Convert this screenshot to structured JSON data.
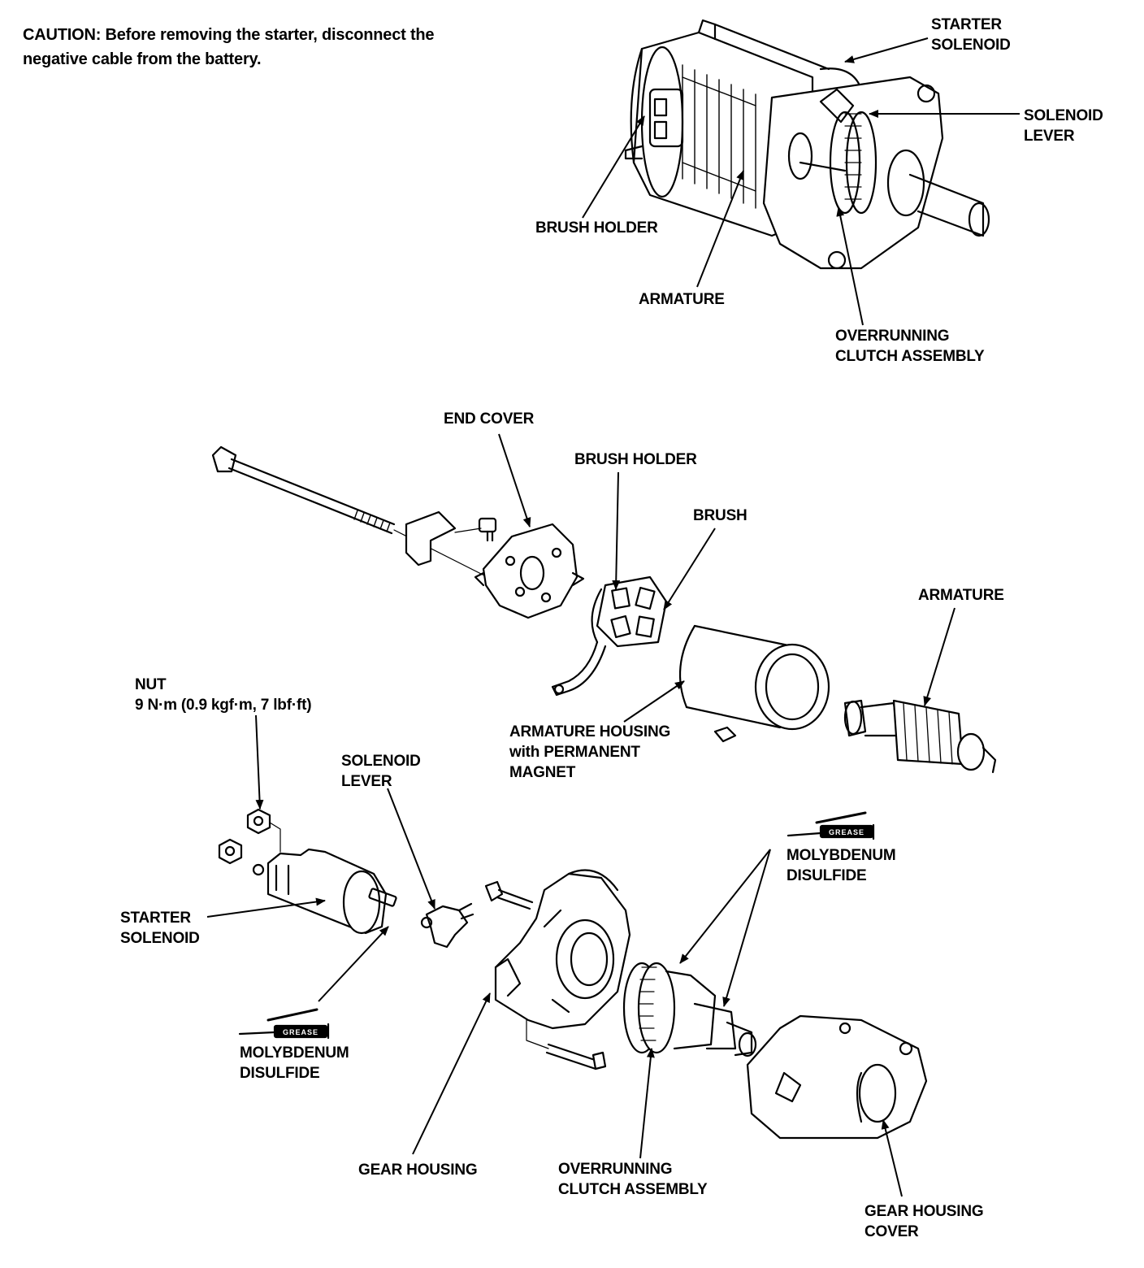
{
  "caution": {
    "line1": "CAUTION:  Before removing the starter, disconnect the",
    "line2": "negative cable from the battery."
  },
  "assembled": {
    "starter_solenoid": [
      "STARTER",
      "SOLENOID"
    ],
    "solenoid_lever": [
      "SOLENOID",
      "LEVER"
    ],
    "brush_holder": "BRUSH HOLDER",
    "armature": "ARMATURE",
    "overrunning_clutch": [
      "OVERRUNNING",
      "CLUTCH ASSEMBLY"
    ]
  },
  "exploded": {
    "end_cover": "END COVER",
    "brush_holder": "BRUSH HOLDER",
    "brush": "BRUSH",
    "armature": "ARMATURE",
    "armature_housing": [
      "ARMATURE HOUSING",
      "with PERMANENT",
      "MAGNET"
    ],
    "nut": [
      "NUT",
      "9 N·m (0.9 kgf·m, 7 lbf·ft)"
    ],
    "solenoid_lever": [
      "SOLENOID",
      "LEVER"
    ],
    "starter_solenoid": [
      "STARTER",
      "SOLENOID"
    ],
    "moly_left": [
      "MOLYBDENUM",
      "DISULFIDE"
    ],
    "moly_right": [
      "MOLYBDENUM",
      "DISULFIDE"
    ],
    "gear_housing": "GEAR HOUSING",
    "overrunning_clutch": [
      "OVERRUNNING",
      "CLUTCH ASSEMBLY"
    ],
    "gear_housing_cover": [
      "GEAR HOUSING",
      "COVER"
    ],
    "grease_tag": "GREASE"
  }
}
